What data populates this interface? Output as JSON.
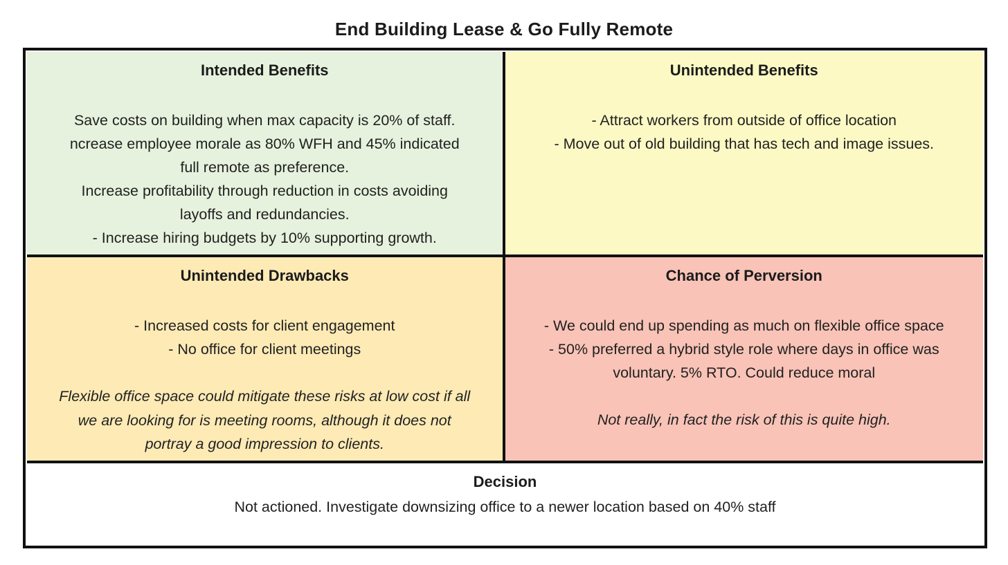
{
  "page": {
    "title": "End Building Lease & Go Fully Remote"
  },
  "colors": {
    "border": "#111111",
    "text": "#212121",
    "intended_benefits_bg": "#e6f2dd",
    "unintended_benefits_bg": "#fcf9c4",
    "unintended_drawbacks_bg": "#fdeab5",
    "chance_of_perversion_bg": "#f9c3b7",
    "decision_bg": "#ffffff"
  },
  "quadrants": {
    "intended_benefits": {
      "heading": "Intended Benefits",
      "body_lines": [
        "Save costs on building when max capacity is 20% of staff.",
        "ncrease employee morale as 80% WFH and 45% indicated",
        "full remote as preference.",
        "Increase profitability through reduction in costs avoiding",
        "layoffs and redundancies.",
        "- Increase hiring budgets by 10% supporting growth."
      ],
      "note_lines": []
    },
    "unintended_benefits": {
      "heading": "Unintended Benefits",
      "body_lines": [
        "- Attract workers from outside of office location",
        "- Move out of old building that has tech and image issues."
      ],
      "note_lines": []
    },
    "unintended_drawbacks": {
      "heading": "Unintended Drawbacks",
      "body_lines": [
        "- Increased costs for client engagement",
        "- No office for client meetings"
      ],
      "note_lines": [
        "Flexible office space could mitigate these risks at low cost if all",
        "we are looking for is meeting rooms, although it does not",
        "portray a good impression to clients."
      ]
    },
    "chance_of_perversion": {
      "heading": "Chance of Perversion",
      "body_lines": [
        "- We could end up spending as much on flexible office space",
        "- 50% preferred a hybrid style role where days in office was",
        "voluntary. 5% RTO. Could reduce moral"
      ],
      "note_lines": [
        "Not really, in fact the risk of this is quite high."
      ]
    }
  },
  "decision": {
    "heading": "Decision",
    "text": "Not actioned. Investigate downsizing office to a newer location based on 40% staff"
  }
}
